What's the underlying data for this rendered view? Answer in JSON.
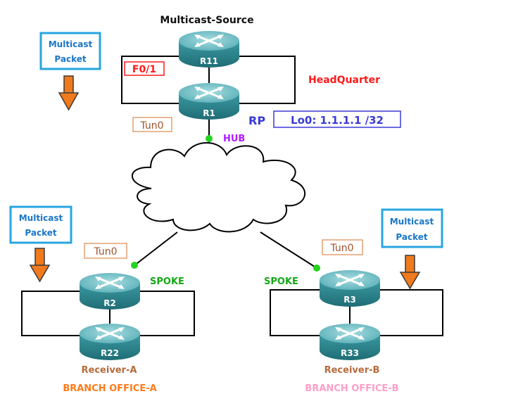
{
  "title": "Multicast-Source",
  "hq": {
    "site_label": "HeadQuarter",
    "interface_label": "F0/1",
    "tunnel_label": "Tun0",
    "hub_label": "HUB",
    "rp_label": "RP",
    "loopback_label": "Lo0: 1.1.1.1 /32"
  },
  "routers": {
    "r11": "R11",
    "r1": "R1",
    "r2": "R2",
    "r22": "R22",
    "r3": "R3",
    "r33": "R33"
  },
  "multicast_boxes": {
    "hq": [
      "Multicast",
      "Packet"
    ],
    "branch_a": [
      "Multicast",
      "Packet"
    ],
    "branch_b": [
      "Multicast",
      "Packet"
    ]
  },
  "branch_a": {
    "tunnel_label": "Tun0",
    "spoke_label": "SPOKE",
    "receiver_label": "Receiver-A",
    "office_label": "BRANCH OFFICE-A"
  },
  "branch_b": {
    "tunnel_label": "Tun0",
    "spoke_label": "SPOKE",
    "receiver_label": "Receiver-B",
    "office_label": "BRANCH OFFICE-B"
  },
  "colors": {
    "router_body": "#2f8a93",
    "router_top": "#7fc3c9",
    "link_dot": "#22d41f",
    "arrow_orange": "#f07a1c",
    "box_blue": "#27a5e0",
    "hq_red": "#ff1a1a",
    "rp_blue": "#3a3ad6",
    "hub_purple": "#b01cff",
    "spoke_green": "#14a814",
    "tun_brown": "#a0522d",
    "receiver_brown": "#b56a3a",
    "office_a_orange": "#ff7a1a",
    "office_b_pink": "#ff9ec8"
  }
}
